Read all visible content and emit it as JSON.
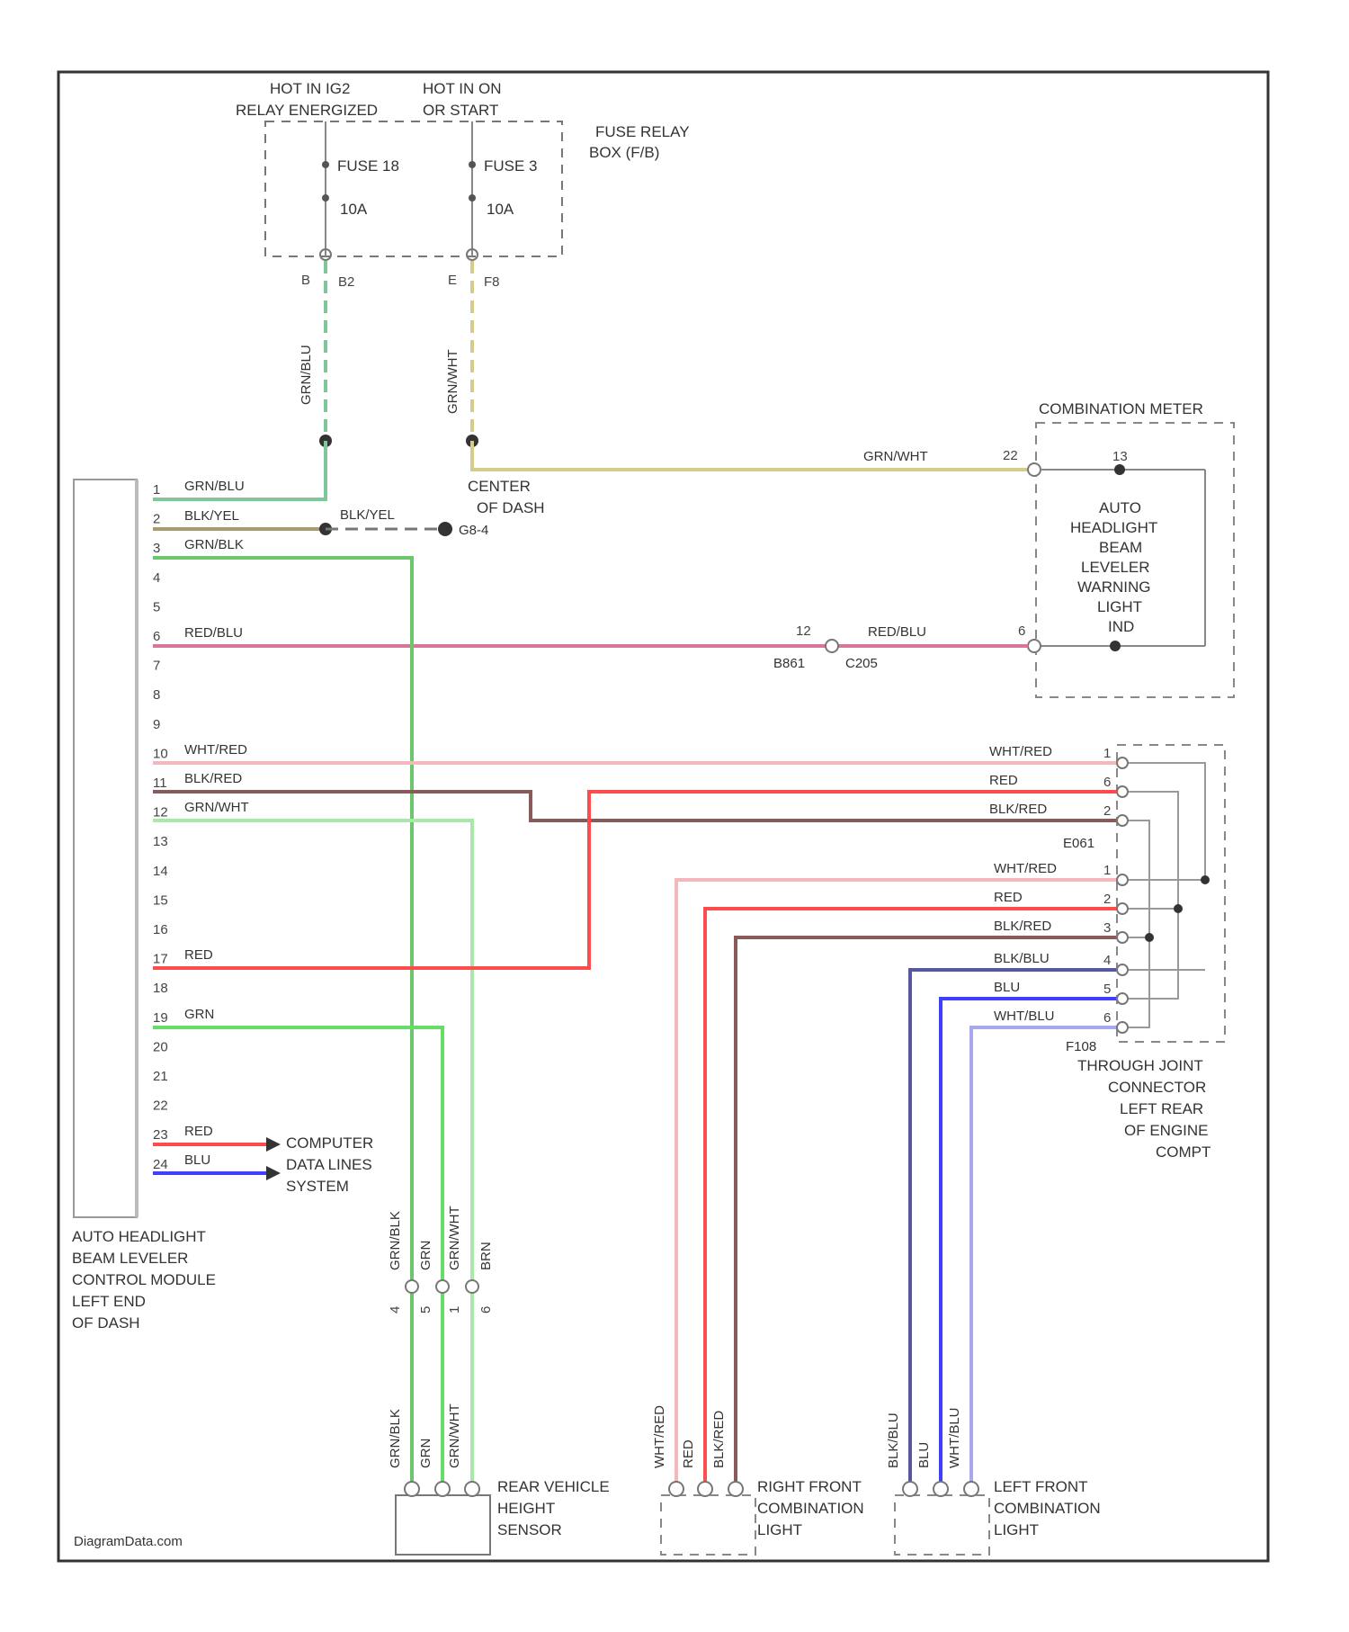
{
  "fuse_box": {
    "hot1_line1": "HOT IN IG2",
    "hot1_line2": "RELAY ENERGIZED",
    "hot2_line1": "HOT IN ON",
    "hot2_line2": "OR START",
    "title_line1": "FUSE RELAY",
    "title_line2": "BOX (F/B)",
    "fuse1_name": "FUSE 18",
    "fuse1_rating": "10A",
    "fuse2_name": "FUSE 3",
    "fuse2_rating": "10A",
    "fuse1_pin": "B",
    "fuse1_conn": "B2",
    "fuse2_pin": "E",
    "fuse2_conn": "F8"
  },
  "splices": {
    "center_line1": "CENTER",
    "center_line2": "OF DASH",
    "ground_label": "G8-4"
  },
  "control_module": {
    "name_lines": [
      "AUTO HEADLIGHT",
      "BEAM LEVELER",
      "CONTROL MODULE",
      "LEFT END",
      "OF DASH"
    ],
    "pins": [
      "1",
      "2",
      "3",
      "4",
      "5",
      "6",
      "7",
      "8",
      "9",
      "10",
      "11",
      "12",
      "13",
      "14",
      "15",
      "16",
      "17",
      "18",
      "19",
      "20",
      "21",
      "22",
      "23",
      "24"
    ],
    "wire_labels": {
      "p1": "GRN/BLU",
      "p2": "BLK/YEL",
      "p3": "GRN/BLK",
      "p6": "RED/BLU",
      "p10": "WHT/RED",
      "p11": "BLK/RED",
      "p12": "GRN/WHT",
      "p17": "RED",
      "p19": "GRN",
      "p23": "RED",
      "p24": "BLU"
    },
    "data_lines": [
      "COMPUTER",
      "DATA LINES",
      "SYSTEM"
    ]
  },
  "vertical_labels": {
    "fuse1_wire": "GRN/BLU",
    "fuse2_wire": "GRN/WHT",
    "sensor_top": [
      "GRN/BLK",
      "GRN",
      "GRN/WHT",
      "BRN"
    ],
    "sensor_top_pins": [
      "4",
      "5",
      "1",
      "6"
    ],
    "sensor_bottom": [
      "GRN/BLK",
      "GRN",
      "GRN/WHT"
    ],
    "rfcl_wires": [
      "WHT/RED",
      "RED",
      "BLK/RED"
    ],
    "lfcl_wires": [
      "BLK/BLU",
      "BLU",
      "WHT/BLU"
    ]
  },
  "combination_meter": {
    "title": "COMBINATION METER",
    "indicator_lines": [
      "AUTO",
      "HEADLIGHT",
      "BEAM",
      "LEVELER",
      "WARNING",
      "LIGHT",
      "IND"
    ],
    "wire_grn_wht": "GRN/WHT",
    "pin_top_outer": "22",
    "pin_top_inner": "13",
    "wire_red_blu": "RED/BLU",
    "pin_bottom": "6",
    "inline_pin": "12",
    "inline_left": "B861",
    "inline_right": "C205"
  },
  "joint_connector": {
    "upper_wires": [
      "WHT/RED",
      "RED",
      "BLK/RED"
    ],
    "upper_pins": [
      "1",
      "6",
      "2"
    ],
    "upper_label": "E061",
    "lower_wires": [
      "WHT/RED",
      "RED",
      "BLK/RED",
      "BLK/BLU",
      "BLU",
      "WHT/BLU"
    ],
    "lower_pins": [
      "1",
      "2",
      "3",
      "4",
      "5",
      "6"
    ],
    "name_lines": [
      "F108",
      "THROUGH JOINT",
      "CONNECTOR",
      "LEFT REAR",
      "OF ENGINE",
      "COMPT"
    ]
  },
  "bottom_components": {
    "sensor_lines": [
      "REAR VEHICLE",
      "HEIGHT",
      "SENSOR"
    ],
    "rfcl_lines": [
      "RIGHT FRONT",
      "COMBINATION",
      "LIGHT"
    ],
    "lfcl_lines": [
      "LEFT FRONT",
      "COMBINATION",
      "LIGHT"
    ]
  },
  "footer": "DiagramData.com",
  "colors": {
    "grn_blu": "#7fc79a",
    "blk_yel": "#a89a70",
    "grn_blk": "#6cc66c",
    "grn_wht": "#a8e8a8",
    "grn": "#66dd66",
    "red_blu": "#d9759b",
    "wht_red": "#f4b8bb",
    "red": "#ff4d4d",
    "blk_red": "#8a5a5a",
    "blk_blu": "#5757a0",
    "blu": "#3f3fff",
    "wht_blu": "#a8a8f0",
    "brn_wht": "#d4cc8a",
    "ink": "#555555",
    "frame": "#333333"
  }
}
